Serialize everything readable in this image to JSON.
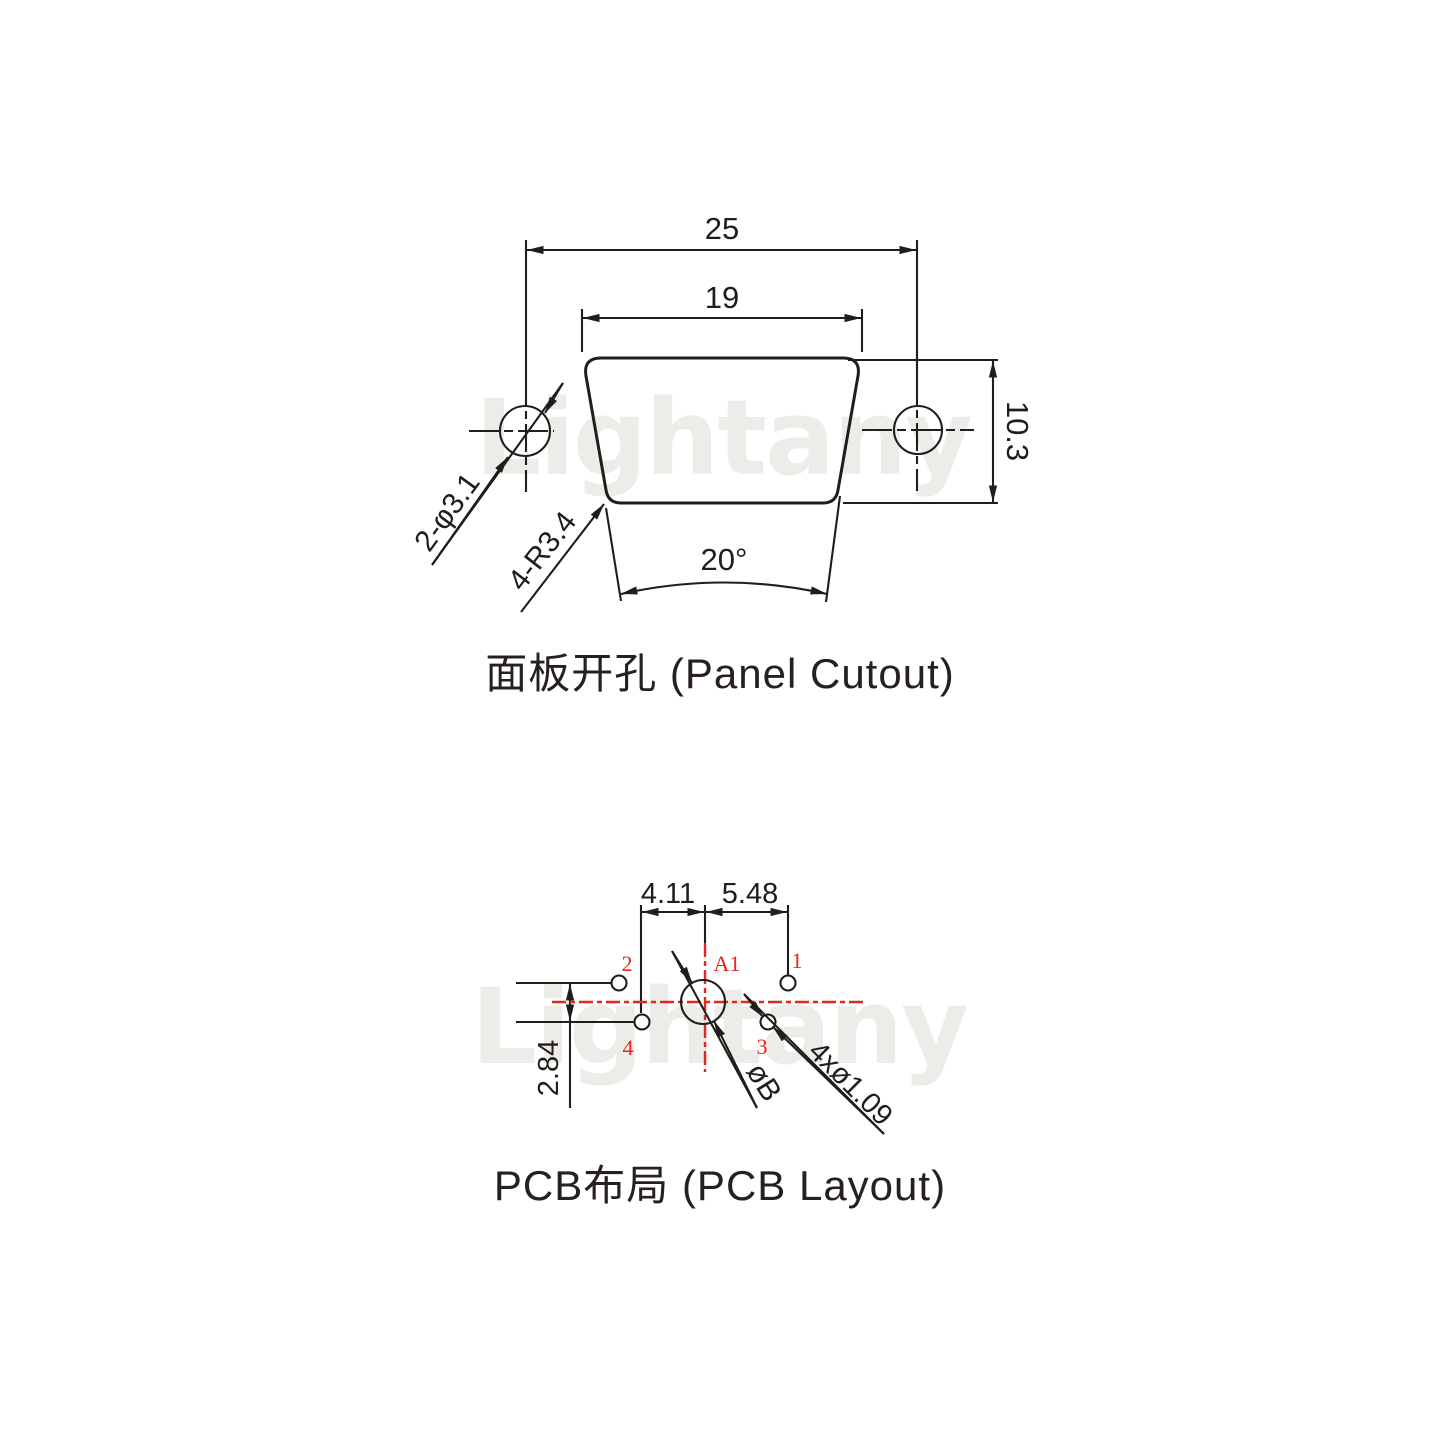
{
  "watermark": {
    "text": "Lightany",
    "color": "#eeece9"
  },
  "colors": {
    "line": "#201d1b",
    "red": "#e5251f",
    "background": "#ffffff"
  },
  "panel_cutout": {
    "caption": "面板开孔 (Panel Cutout)",
    "dim_outer_width": "25",
    "dim_inner_width": "19",
    "dim_height": "10.3",
    "dim_mount_holes": "2-φ3.1",
    "dim_corner_radius": "4-R3.4",
    "dim_side_angle": "20°"
  },
  "pcb_layout": {
    "caption": "PCB布局 (PCB Layout)",
    "dim_left_pitch": "4.11",
    "dim_right_pitch": "5.48",
    "dim_row_offset": "2.84",
    "dim_center_hole": "øB",
    "dim_pin_holes": "4xø1.09",
    "pin_labels": {
      "p1": "1",
      "p2": "2",
      "p3": "3",
      "p4": "4",
      "a1": "A1"
    }
  }
}
